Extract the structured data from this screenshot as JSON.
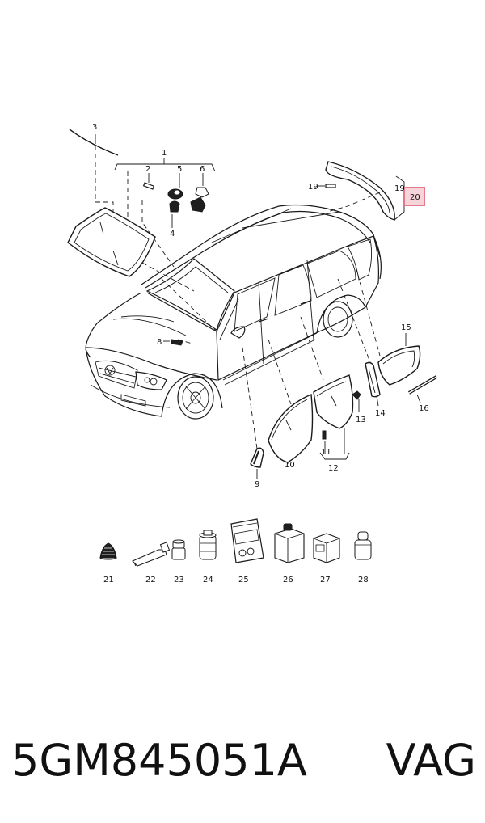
{
  "diagram": {
    "callouts": {
      "c1": "1",
      "c2": "2",
      "c3": "3",
      "c4": "4",
      "c5": "5",
      "c6": "6",
      "c8": "8",
      "c9": "9",
      "c10": "10",
      "c11": "11",
      "c12": "12",
      "c13": "13",
      "c14": "14",
      "c15": "15",
      "c16": "16",
      "c19a": "19",
      "c19b": "19",
      "c20": "20"
    },
    "accessories": [
      {
        "label": "21",
        "icon": "spring-clip-icon"
      },
      {
        "label": "22",
        "icon": "adhesive-tube-icon"
      },
      {
        "label": "23",
        "icon": "small-bottle-icon"
      },
      {
        "label": "24",
        "icon": "primer-can-icon"
      },
      {
        "label": "25",
        "icon": "cleaning-pad-icon"
      },
      {
        "label": "26",
        "icon": "cartridge-box-icon"
      },
      {
        "label": "27",
        "icon": "kit-box-icon"
      },
      {
        "label": "28",
        "icon": "activator-bottle-icon"
      }
    ],
    "highlight_color": "#f7d4da"
  },
  "caption": {
    "part_number": "5GM845051A",
    "brand": "VAG"
  }
}
